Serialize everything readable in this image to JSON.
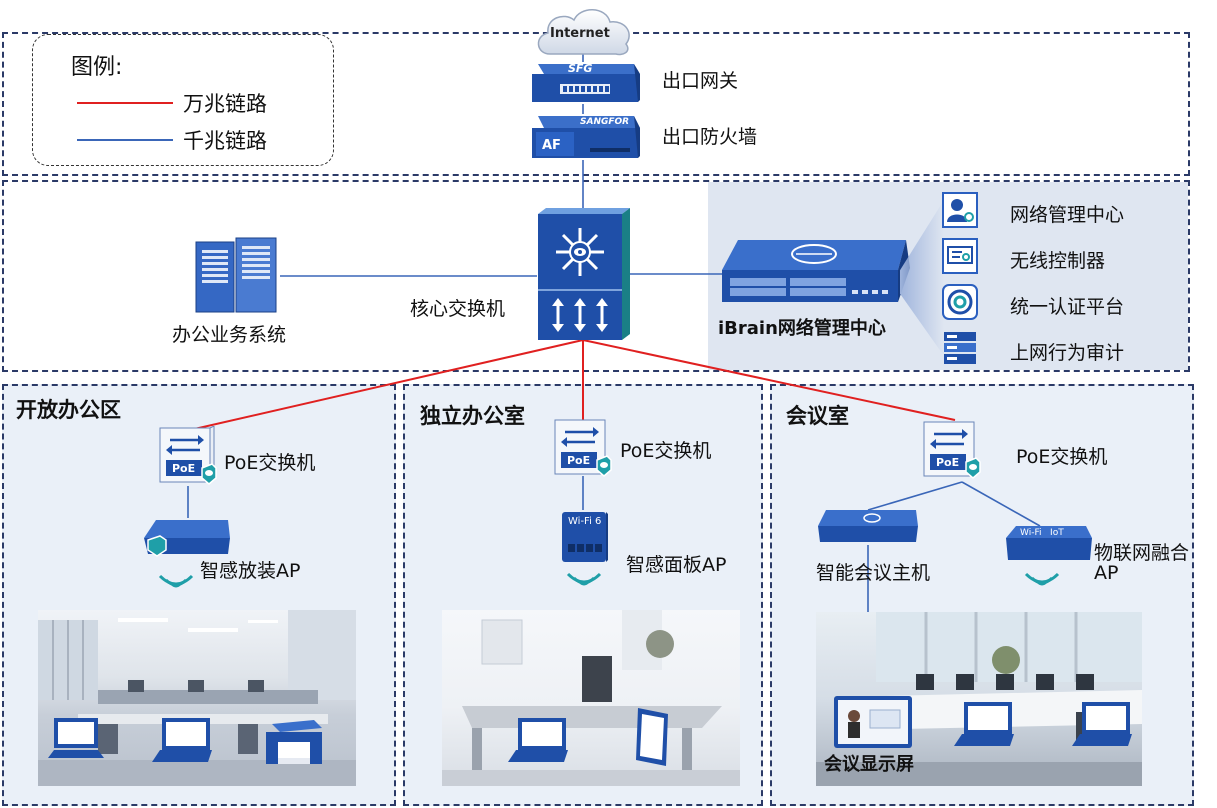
{
  "legend": {
    "title": "图例:",
    "items": [
      {
        "label": "万兆链路",
        "color": "#e02020"
      },
      {
        "label": "千兆链路",
        "color": "#3a66b8"
      }
    ]
  },
  "internet": {
    "label": "Internet"
  },
  "gateway": {
    "label": "出口网关",
    "device_text": "SFG"
  },
  "firewall": {
    "label": "出口防火墙",
    "device_text": "SANGFOR",
    "badge": "AF"
  },
  "core": {
    "label": "核心交换机"
  },
  "office_system": {
    "label": "办公业务系统"
  },
  "ibrain": {
    "label": "iBrain网络管理中心",
    "functions": [
      {
        "label": "网络管理中心",
        "icon": "admin-icon"
      },
      {
        "label": "无线控制器",
        "icon": "monitor-icon"
      },
      {
        "label": "统一认证平台",
        "icon": "auth-icon"
      },
      {
        "label": "上网行为审计",
        "icon": "audit-icon"
      }
    ]
  },
  "zones": {
    "open_office": {
      "title": "开放办公区",
      "switch_label": "PoE交换机",
      "switch_badge": "PoE",
      "ap_label": "智感放装AP"
    },
    "private_office": {
      "title": "独立办公室",
      "switch_label": "PoE交换机",
      "switch_badge": "PoE",
      "ap_label": "智感面板AP",
      "ap_badge": "Wi-Fi 6"
    },
    "meeting_room": {
      "title": "会议室",
      "switch_label": "PoE交换机",
      "switch_badge": "PoE",
      "host_label": "智能会议主机",
      "iot_label_line1": "物联网融合",
      "iot_label_line2": "AP",
      "iot_badge": "Wi-Fi   IoT",
      "display_label": "会议显示屏"
    }
  },
  "colors": {
    "ten_gig": "#e02020",
    "gig": "#3a66b8",
    "zone_border": "#2b3a67",
    "device_blue": "#1f4fa8",
    "panel_bg": "#dfe6f1"
  }
}
